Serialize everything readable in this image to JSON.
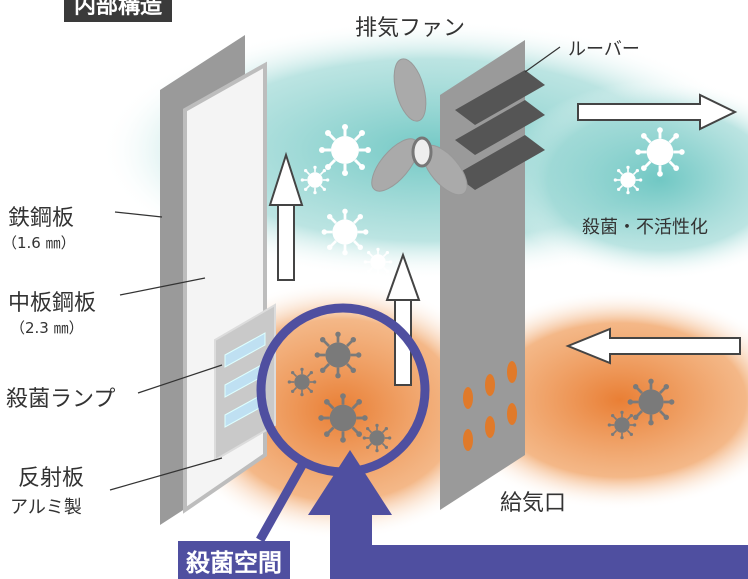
{
  "title_badge": "内部構造",
  "labels": {
    "fan": "排気ファン",
    "louver": "ルーバー",
    "steel_plate": "鉄鋼板",
    "steel_plate_thickness": "（1.6 ㎜）",
    "middle_plate": "中板鋼板",
    "middle_plate_thickness": "（2.3 ㎜）",
    "lamp": "殺菌ランプ",
    "reflector": "反射板",
    "reflector_material": "アルミ製",
    "intake": "給気口",
    "sterilize_inactivate": "殺菌・不活性化",
    "sterilization_space": "殺菌空間"
  },
  "colors": {
    "clean_air": "#8fd3d0",
    "contaminated_air": "#ee8a3a",
    "frame_blue": "#4f4fa0",
    "panel_gray": "#8a8a8a",
    "louver_dark": "#555555"
  }
}
